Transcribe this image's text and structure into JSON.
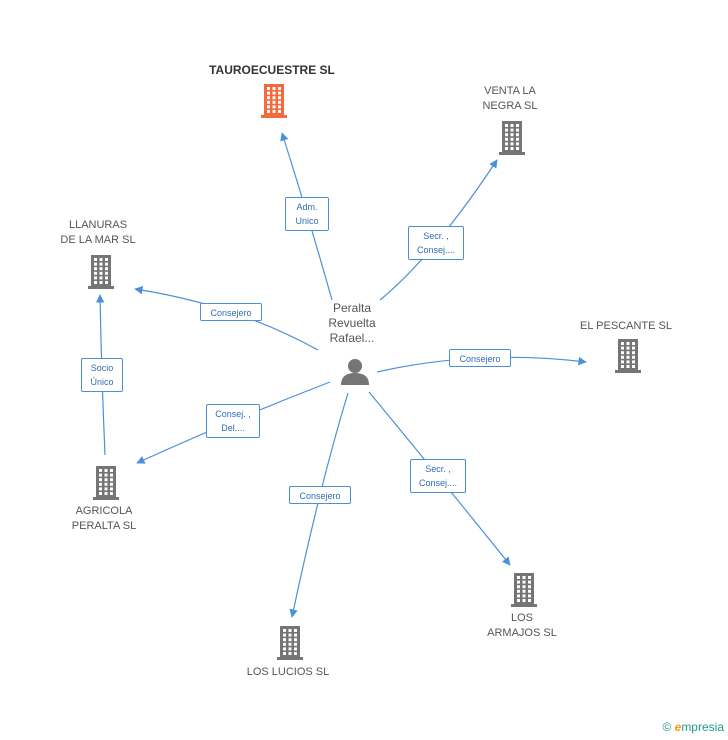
{
  "center": {
    "name": "Peralta\nRevuelta\nRafael..."
  },
  "companies": [
    {
      "id": "tauroecuestre",
      "label": "TAUROECUESTRE SL",
      "highlight": true
    },
    {
      "id": "venta",
      "label": "VENTA LA\nNEGRA SL"
    },
    {
      "id": "llanuras",
      "label": "LLANURAS\nDE LA MAR SL"
    },
    {
      "id": "pescante",
      "label": "EL PESCANTE SL"
    },
    {
      "id": "agricola",
      "label": "AGRICOLA\nPERALTA SL"
    },
    {
      "id": "armajos",
      "label": "LOS\nARMAJOS SL"
    },
    {
      "id": "lucios",
      "label": "LOS LUCIOS SL"
    }
  ],
  "relations": [
    {
      "from": "center",
      "to": "tauroecuestre",
      "label": "Adm.\nUnico"
    },
    {
      "from": "center",
      "to": "venta",
      "label": "Secr. ,\nConsej...."
    },
    {
      "from": "center",
      "to": "llanuras",
      "label": "Consejero"
    },
    {
      "from": "center",
      "to": "pescante",
      "label": "Consejero"
    },
    {
      "from": "center",
      "to": "agricola",
      "label": "Consej. ,\nDel...."
    },
    {
      "from": "center",
      "to": "armajos",
      "label": "Secr. ,\nConsej...."
    },
    {
      "from": "center",
      "to": "lucios",
      "label": "Consejero"
    },
    {
      "from": "agricola",
      "to": "llanuras",
      "label": "Socio\nÚnico"
    }
  ],
  "footer": {
    "copyright": "©",
    "brand_initial": "e",
    "brand_rest": "mpresia"
  },
  "colors": {
    "edge": "#4a90d9",
    "building": "#757575",
    "building_highlight": "#f26a3d",
    "person": "#757575"
  }
}
